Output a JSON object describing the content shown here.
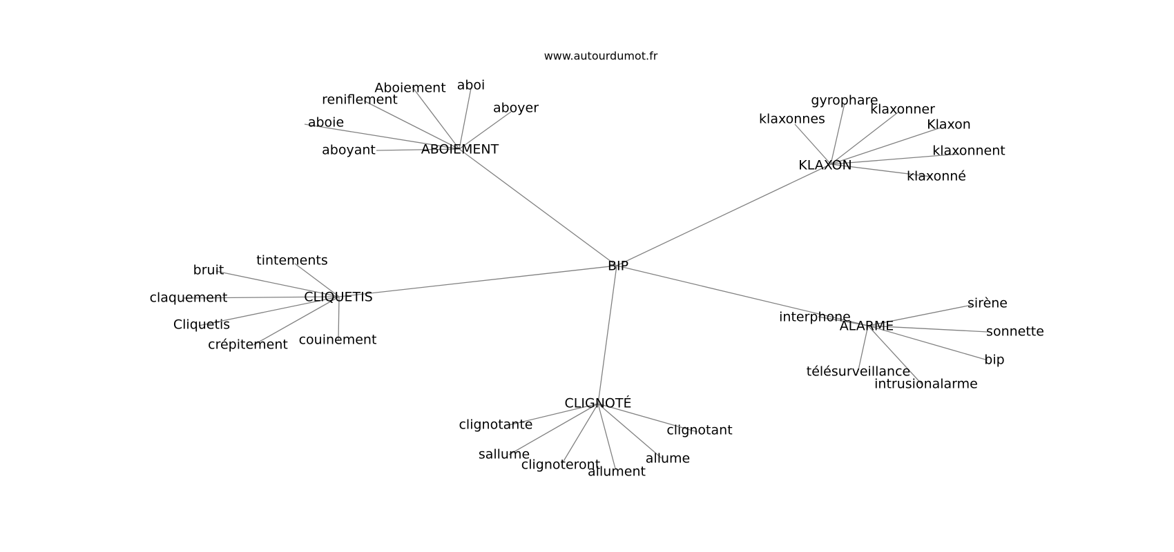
{
  "site": "www.autourdumot.fr",
  "root": "BIP",
  "clusters": [
    {
      "id": "aboiement",
      "label": "ABOIEMENT",
      "words": [
        "aboi",
        "Aboiement",
        "reniflement",
        "aboie",
        "aboyant",
        "aboyer"
      ]
    },
    {
      "id": "klaxon",
      "label": "KLAXON",
      "words": [
        "gyrophare",
        "klaxonnes",
        "klaxonner",
        "Klaxon",
        "klaxonnent",
        "klaxonné"
      ]
    },
    {
      "id": "cliquetis",
      "label": "CLIQUETIS",
      "words": [
        "tintements",
        "bruit",
        "claquement",
        "Cliquetis",
        "crépitement",
        "couinement"
      ]
    },
    {
      "id": "alarme",
      "label": "ALARME",
      "words": [
        "interphone",
        "sirène",
        "sonnette",
        "bip",
        "télésurveillance",
        "intrusionalarme"
      ]
    },
    {
      "id": "clignote",
      "label": "CLIGNOTÉ",
      "words": [
        "clignotante",
        "sallume",
        "clignoteront",
        "allument",
        "allume",
        "clignotant"
      ]
    }
  ]
}
